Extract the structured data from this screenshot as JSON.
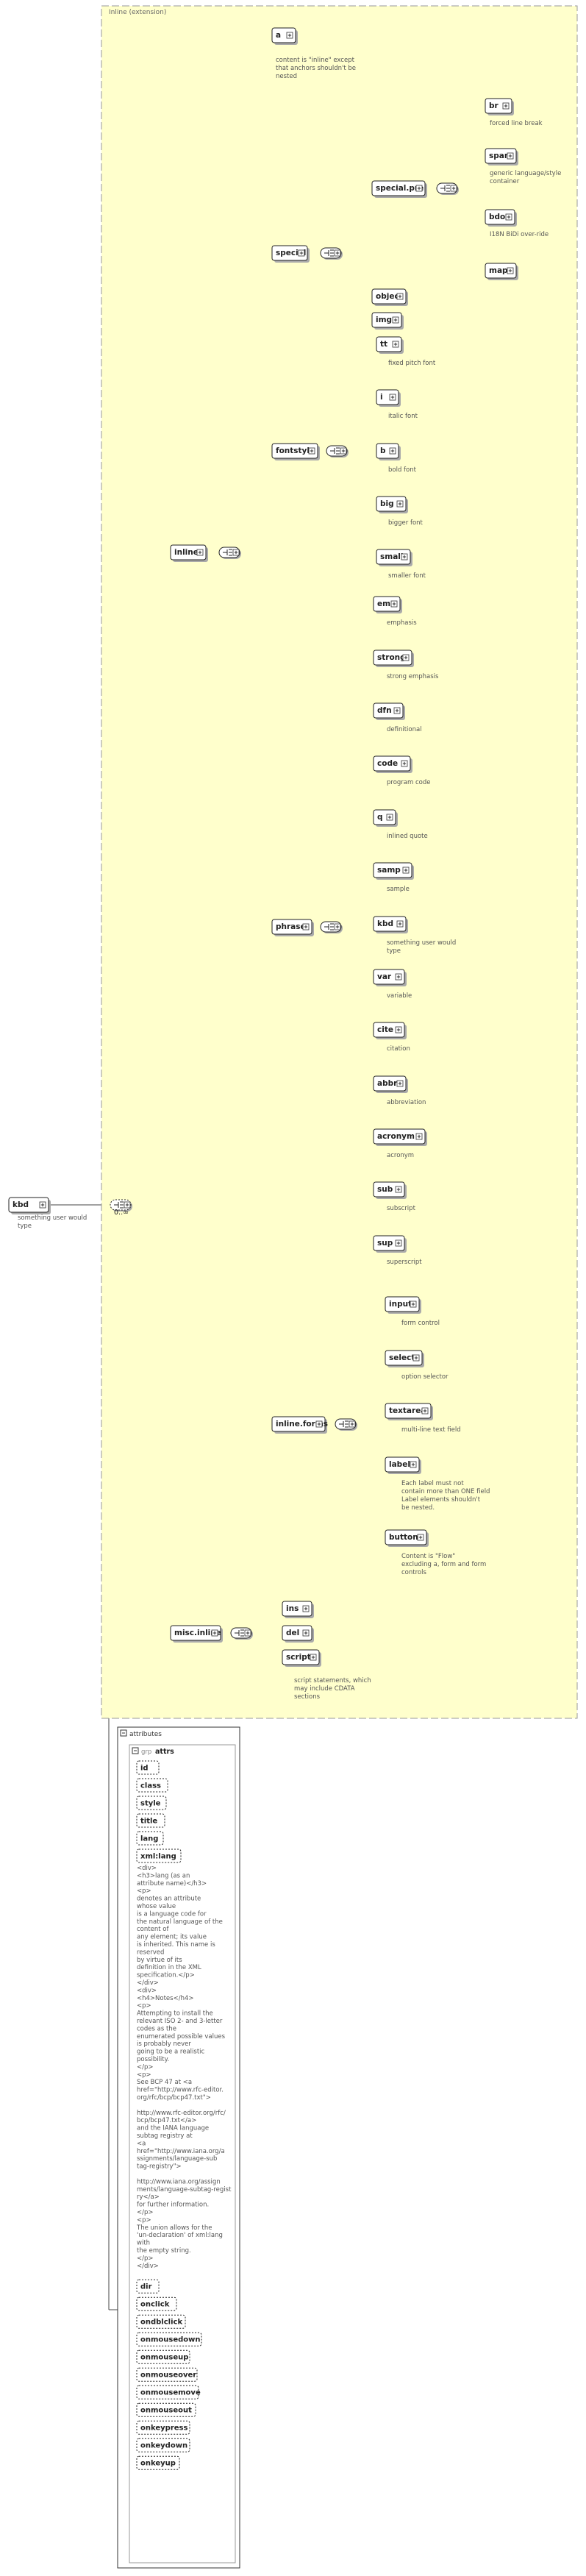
{
  "root": {
    "name": "kbd",
    "doc": [
      "something user would",
      "type"
    ]
  },
  "group": {
    "label": "Inline (extension)"
  },
  "choice": {
    "occurrence": "0..∞"
  },
  "inline": {
    "name": "inline"
  },
  "special": {
    "name": "special",
    "doc": [
      "content is \"inline\" except",
      "that anchors shouldn't be",
      "nested"
    ]
  },
  "a": {
    "name": "a"
  },
  "special_pre": {
    "name": "special.pre"
  },
  "special_pre_items": [
    {
      "name": "br",
      "doc": [
        "forced line break"
      ]
    },
    {
      "name": "span",
      "doc": [
        "generic language/style",
        "container"
      ]
    },
    {
      "name": "bdo",
      "doc": [
        "I18N BiDi over-ride"
      ]
    },
    {
      "name": "map",
      "doc": []
    }
  ],
  "special_more": [
    {
      "name": "object",
      "doc": []
    },
    {
      "name": "img",
      "doc": []
    }
  ],
  "fontstyle": {
    "name": "fontstyle"
  },
  "fontstyle_items": [
    {
      "name": "tt",
      "doc": [
        "fixed pitch font"
      ]
    },
    {
      "name": "i",
      "doc": [
        "italic font"
      ]
    },
    {
      "name": "b",
      "doc": [
        "bold font"
      ]
    },
    {
      "name": "big",
      "doc": [
        "bigger font"
      ]
    },
    {
      "name": "small",
      "doc": [
        "smaller font"
      ]
    }
  ],
  "phrase": {
    "name": "phrase"
  },
  "phrase_items": [
    {
      "name": "em",
      "doc": [
        "emphasis"
      ]
    },
    {
      "name": "strong",
      "doc": [
        "strong emphasis"
      ]
    },
    {
      "name": "dfn",
      "doc": [
        "definitional"
      ]
    },
    {
      "name": "code",
      "doc": [
        "program code"
      ]
    },
    {
      "name": "q",
      "doc": [
        "inlined quote"
      ]
    },
    {
      "name": "samp",
      "doc": [
        "sample"
      ]
    },
    {
      "name": "kbd",
      "doc": [
        "something user would",
        "type"
      ]
    },
    {
      "name": "var",
      "doc": [
        "variable"
      ]
    },
    {
      "name": "cite",
      "doc": [
        "citation"
      ]
    },
    {
      "name": "abbr",
      "doc": [
        "abbreviation"
      ]
    },
    {
      "name": "acronym",
      "doc": [
        "acronym"
      ]
    },
    {
      "name": "sub",
      "doc": [
        "subscript"
      ]
    },
    {
      "name": "sup",
      "doc": [
        "superscript"
      ]
    }
  ],
  "inline_forms": {
    "name": "inline.forms"
  },
  "inline_forms_items": [
    {
      "name": "input",
      "doc": [
        "form control"
      ]
    },
    {
      "name": "select",
      "doc": [
        "option selector"
      ]
    },
    {
      "name": "textarea",
      "doc": [
        "multi-line text field"
      ]
    },
    {
      "name": "label",
      "doc": [
        "Each label must not",
        "contain more than ONE field",
        "Label elements shouldn't",
        "be nested."
      ]
    },
    {
      "name": "button",
      "doc": [
        "Content is \"Flow\"",
        "excluding a, form and form",
        "controls"
      ]
    }
  ],
  "misc_inline": {
    "name": "misc.inline"
  },
  "misc_inline_items": [
    {
      "name": "ins",
      "doc": []
    },
    {
      "name": "del",
      "doc": []
    },
    {
      "name": "script",
      "doc": [
        "script statements, which",
        "may include CDATA",
        "sections"
      ]
    }
  ],
  "attributes": {
    "label": "attributes",
    "group_prefix": "grp",
    "group_name": "attrs",
    "items_top": [
      "id",
      "class",
      "style",
      "title",
      "lang",
      "xml:lang"
    ],
    "xml_lang_doc": [
      "<div>",
      "<h3>lang (as an",
      "attribute name)</h3>",
      "<p>",
      "denotes an attribute",
      "whose value",
      "is a language code for",
      "the natural language of the",
      "content of",
      "any element; its value",
      "is inherited.  This name is",
      "reserved",
      "by virtue of its",
      "definition in the XML",
      "specification.</p>",
      "</div>",
      "<div>",
      "<h4>Notes</h4>",
      "<p>",
      "Attempting to install the",
      "relevant ISO 2- and 3-letter",
      "codes as the",
      "enumerated possible values",
      "is probably never",
      "going to be a realistic",
      "possibility.",
      "</p>",
      "<p>",
      "See BCP 47 at <a",
      "href=\"http://www.rfc-editor.",
      "org/rfc/bcp/bcp47.txt\">",
      "",
      "http://www.rfc-editor.org/rfc/",
      "bcp/bcp47.txt</a>",
      "and the IANA language",
      "subtag registry at",
      "<a",
      "href=\"http://www.iana.org/a",
      "ssignments/language-sub",
      "tag-registry\">",
      "",
      "http://www.iana.org/assign",
      "ments/language-subtag-regist",
      "ry</a>",
      "for further information.",
      "</p>",
      "<p>",
      "The union allows for the",
      "'un-declaration' of xml:lang",
      "with",
      "the empty string.",
      "</p>",
      "</div>"
    ],
    "items_bottom": [
      "dir",
      "onclick",
      "ondblclick",
      "onmousedown",
      "onmouseup",
      "onmouseover",
      "onmousemove",
      "onmouseout",
      "onkeypress",
      "onkeydown",
      "onkeyup"
    ]
  }
}
